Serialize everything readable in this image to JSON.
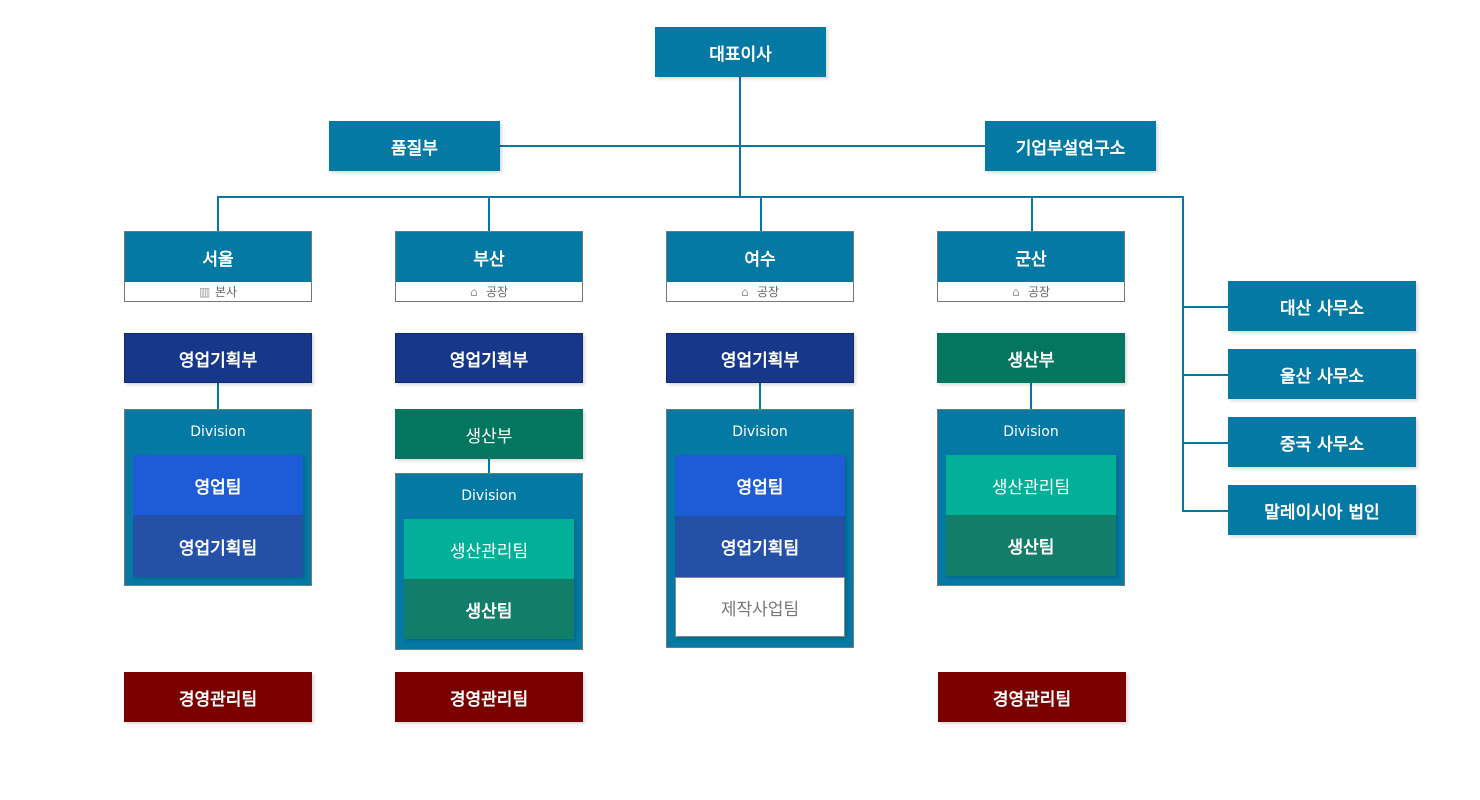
{
  "ceo": "대표이사",
  "quality": "품질부",
  "research": "기업부설연구소",
  "regions": [
    {
      "name": "서울",
      "type": "본사",
      "icon": "building-icon"
    },
    {
      "name": "부산",
      "type": "공장",
      "icon": "factory-icon"
    },
    {
      "name": "여수",
      "type": "공장",
      "icon": "factory-icon"
    },
    {
      "name": "군산",
      "type": "공장",
      "icon": "factory-icon"
    }
  ],
  "offices": [
    "대산 사무소",
    "울산 사무소",
    "중국 사무소",
    "말레이시아 법인"
  ],
  "division_label": "Division",
  "seoul": {
    "dept": "영업기획부",
    "teams": [
      "영업팀",
      "영업기획팀"
    ],
    "mgmt": "경영관리팀"
  },
  "busan": {
    "dept": "영업기획부",
    "dept2": "생산부",
    "teams": [
      "생산관리팀",
      "생산팀"
    ],
    "mgmt": "경영관리팀"
  },
  "yeosu": {
    "dept": "영업기획부",
    "teams": [
      "영업팀",
      "영업기획팀",
      "제작사업팀"
    ]
  },
  "gunsan": {
    "dept": "생산부",
    "teams": [
      "생산관리팀",
      "생산팀"
    ],
    "mgmt": "경영관리팀"
  }
}
